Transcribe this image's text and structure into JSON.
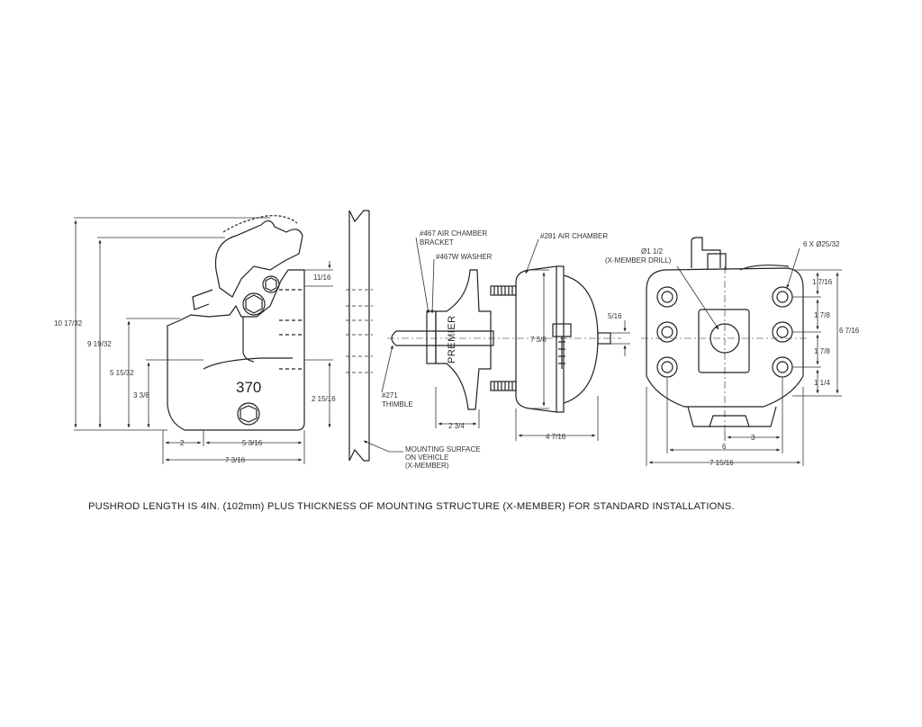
{
  "views": {
    "side": {
      "model_number": "370",
      "dimensions": {
        "overall_height": "10 17/32",
        "jaw_height": "9 19/32",
        "upper_height": "5 15/32",
        "lower_height": "3 3/8",
        "top_offset": "11/16",
        "bottom_offset": "2 15/16",
        "front_width": "2",
        "rear_width": "5 3/16",
        "overall_width": "7 3/16"
      }
    },
    "section": {
      "brand_text": "PREMIER",
      "callouts": {
        "bracket": [
          "#467 AIR CHAMBER",
          "BRACKET"
        ],
        "washer": "#467W WASHER",
        "air_chamber": "#281 AIR CHAMBER",
        "thimble": [
          "#271",
          "THIMBLE"
        ],
        "mounting_surface": [
          "MOUNTING SURFACE",
          "ON VEHICLE",
          "(X-MEMBER)"
        ]
      },
      "dimensions": {
        "bracket_depth": "2 3/4",
        "chamber_depth": "4 7/16",
        "chamber_height": "7 3/8",
        "rod_offset": "5/16"
      }
    },
    "front": {
      "callouts": {
        "drill": [
          "Ø1 1/2",
          "(X-MEMBER DRILL)"
        ],
        "holes": "6 X Ø25/32"
      },
      "dimensions": {
        "spacing_top": "1 7/16",
        "spacing_upper": "1 7/8",
        "spacing_lower": "1 7/8",
        "spacing_bottom": "1 1/4",
        "overall_height": "6 7/16",
        "center_offset": "3",
        "hole_spacing": "6",
        "overall_width": "7 15/16"
      }
    }
  },
  "note": "PUSHROD LENGTH IS 4IN. (102mm) PLUS THICKNESS OF MOUNTING STRUCTURE (X-MEMBER) FOR STANDARD INSTALLATIONS."
}
